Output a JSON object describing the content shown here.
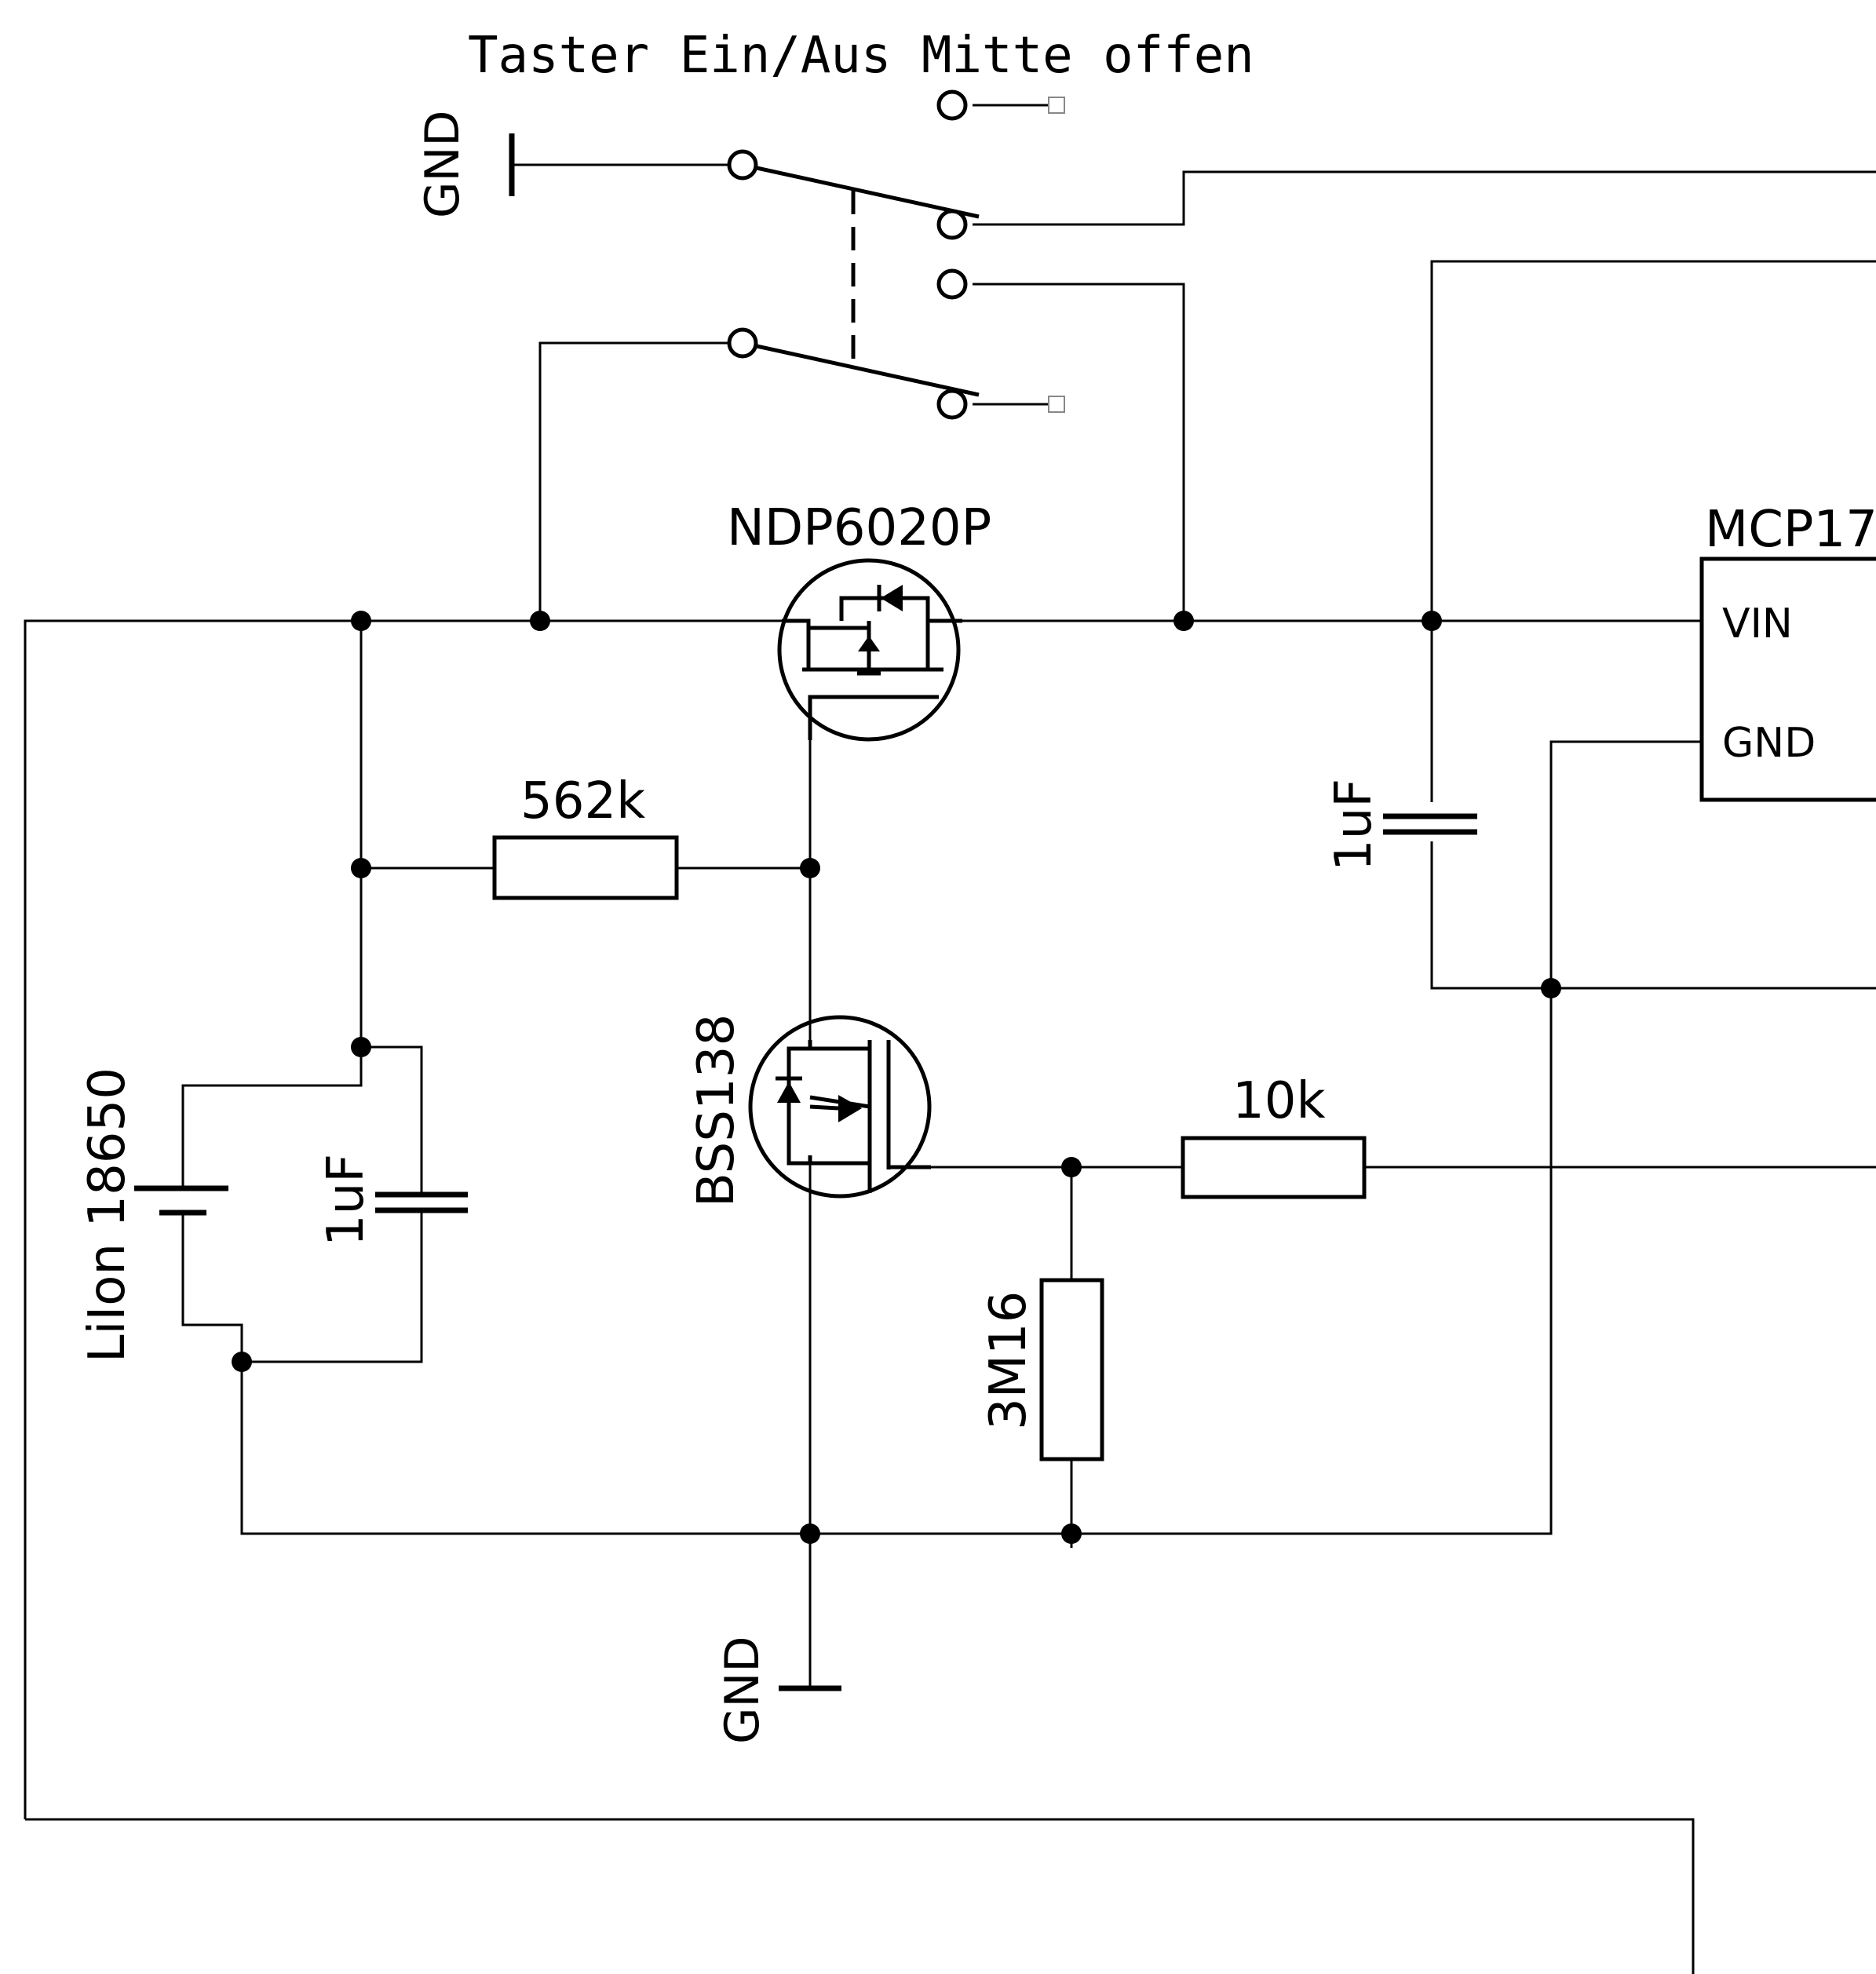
{
  "switch": {
    "title": "Taster Ein/Aus Mitte offen",
    "gnd_label": "GND"
  },
  "q1": {
    "name": "NDP6020P"
  },
  "q2": {
    "name": "BSS138"
  },
  "r1": {
    "value": "562k"
  },
  "r2": {
    "value": "10k"
  },
  "r3": {
    "value": "3M16"
  },
  "c_in": {
    "value": "1uF"
  },
  "c_bat": {
    "value": "1uF"
  },
  "battery": {
    "label": "LiIon 18650"
  },
  "gnd_bottom": {
    "label": "GND"
  },
  "regulator": {
    "name": "MCP17",
    "pin_vin": "VIN",
    "pin_gnd": "GND"
  }
}
